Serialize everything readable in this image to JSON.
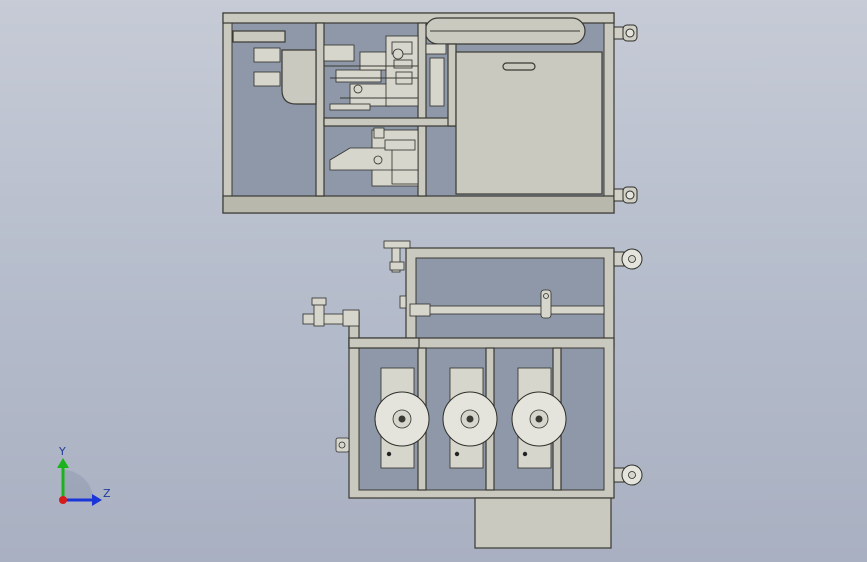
{
  "triad": {
    "y_label": "Y",
    "z_label": "Z",
    "y_color": "#1bb31b",
    "z_color": "#1a35d8",
    "origin_color": "#d81a1a"
  },
  "views": {
    "top": {
      "name": "top-view-machine-frame"
    },
    "front": {
      "name": "front-view-machine-frame",
      "roll_count": 3
    }
  }
}
